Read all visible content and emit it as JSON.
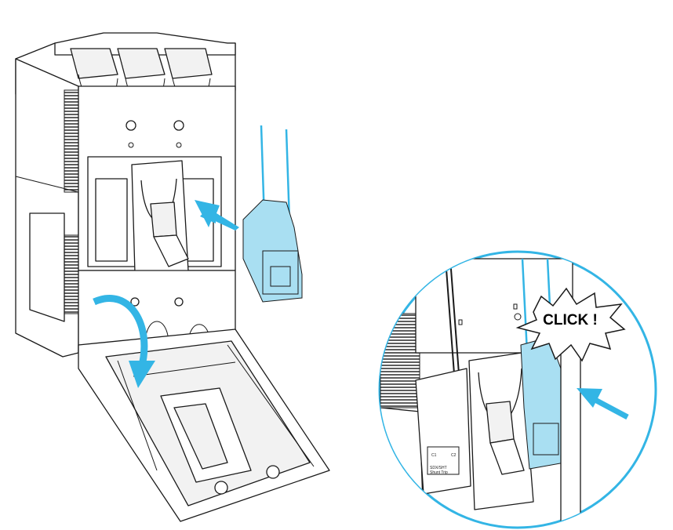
{
  "callout": {
    "text": "CLICK !"
  },
  "component_label": {
    "lines": [
      "C1",
      "C2",
      "SDX/SHT",
      "Shunt Trip"
    ]
  },
  "colors": {
    "accent": "#33b5e5",
    "accent_fill": "#a9dff2",
    "line": "#1a1a1a",
    "background": "#ffffff"
  },
  "icons": [
    "arrow-icon",
    "curved-arrow-icon",
    "starburst-icon"
  ]
}
